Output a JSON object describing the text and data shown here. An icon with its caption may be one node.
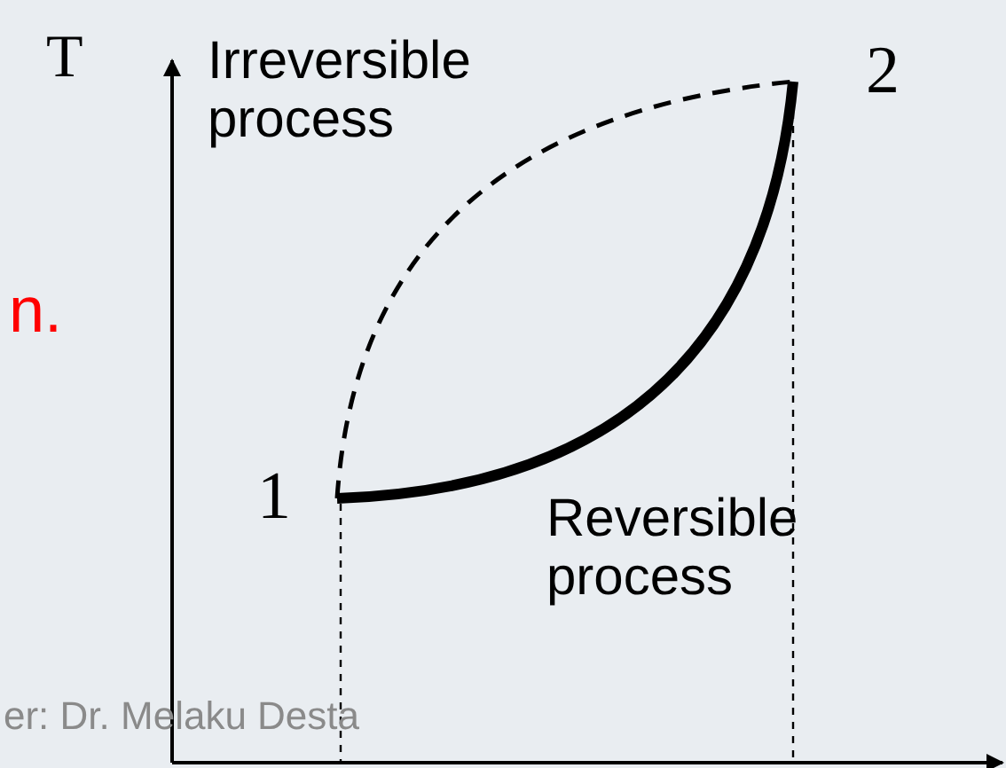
{
  "diagram": {
    "nodes": [
      {
        "text": [
          "1"
        ]
      },
      {
        "text": [
          "2"
        ]
      }
    ],
    "edges": [
      {
        "from": 0,
        "to": 1,
        "arrow": "none",
        "style": "dashed"
      },
      {
        "from": 0,
        "to": 1,
        "arrow": "none",
        "style": "thick"
      }
    ],
    "labels": [
      "T",
      "Irreversible process",
      "n.",
      "Reversible process",
      "er: Dr. Melaku Desta"
    ]
  }
}
